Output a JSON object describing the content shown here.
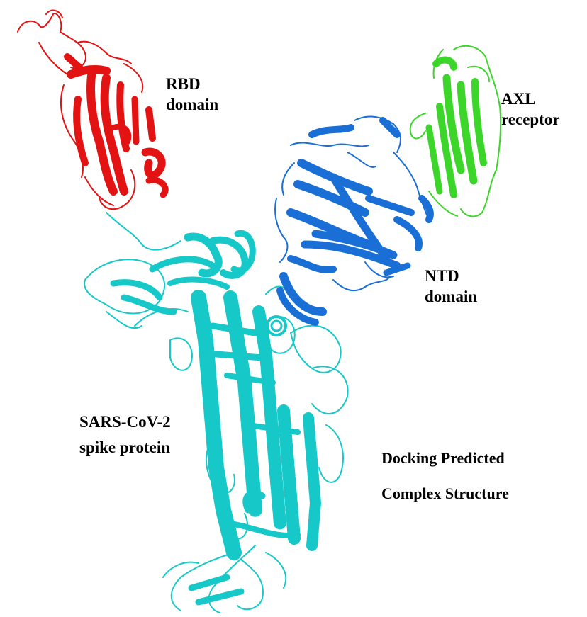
{
  "labels": {
    "rbd": [
      "RBD",
      "domain"
    ],
    "axl": [
      "AXL",
      "receptor"
    ],
    "ntd": [
      "NTD",
      "domain"
    ],
    "spike": [
      "SARS-CoV-2",
      "spike protein"
    ],
    "title": [
      "Docking Predicted",
      "Complex Structure"
    ]
  },
  "colors": {
    "rbd": "#e31313",
    "axl": "#3cd62a",
    "ntd": "#1a6fd6",
    "spike": "#16c8c8",
    "background": "#ffffff",
    "text": "#000000"
  }
}
